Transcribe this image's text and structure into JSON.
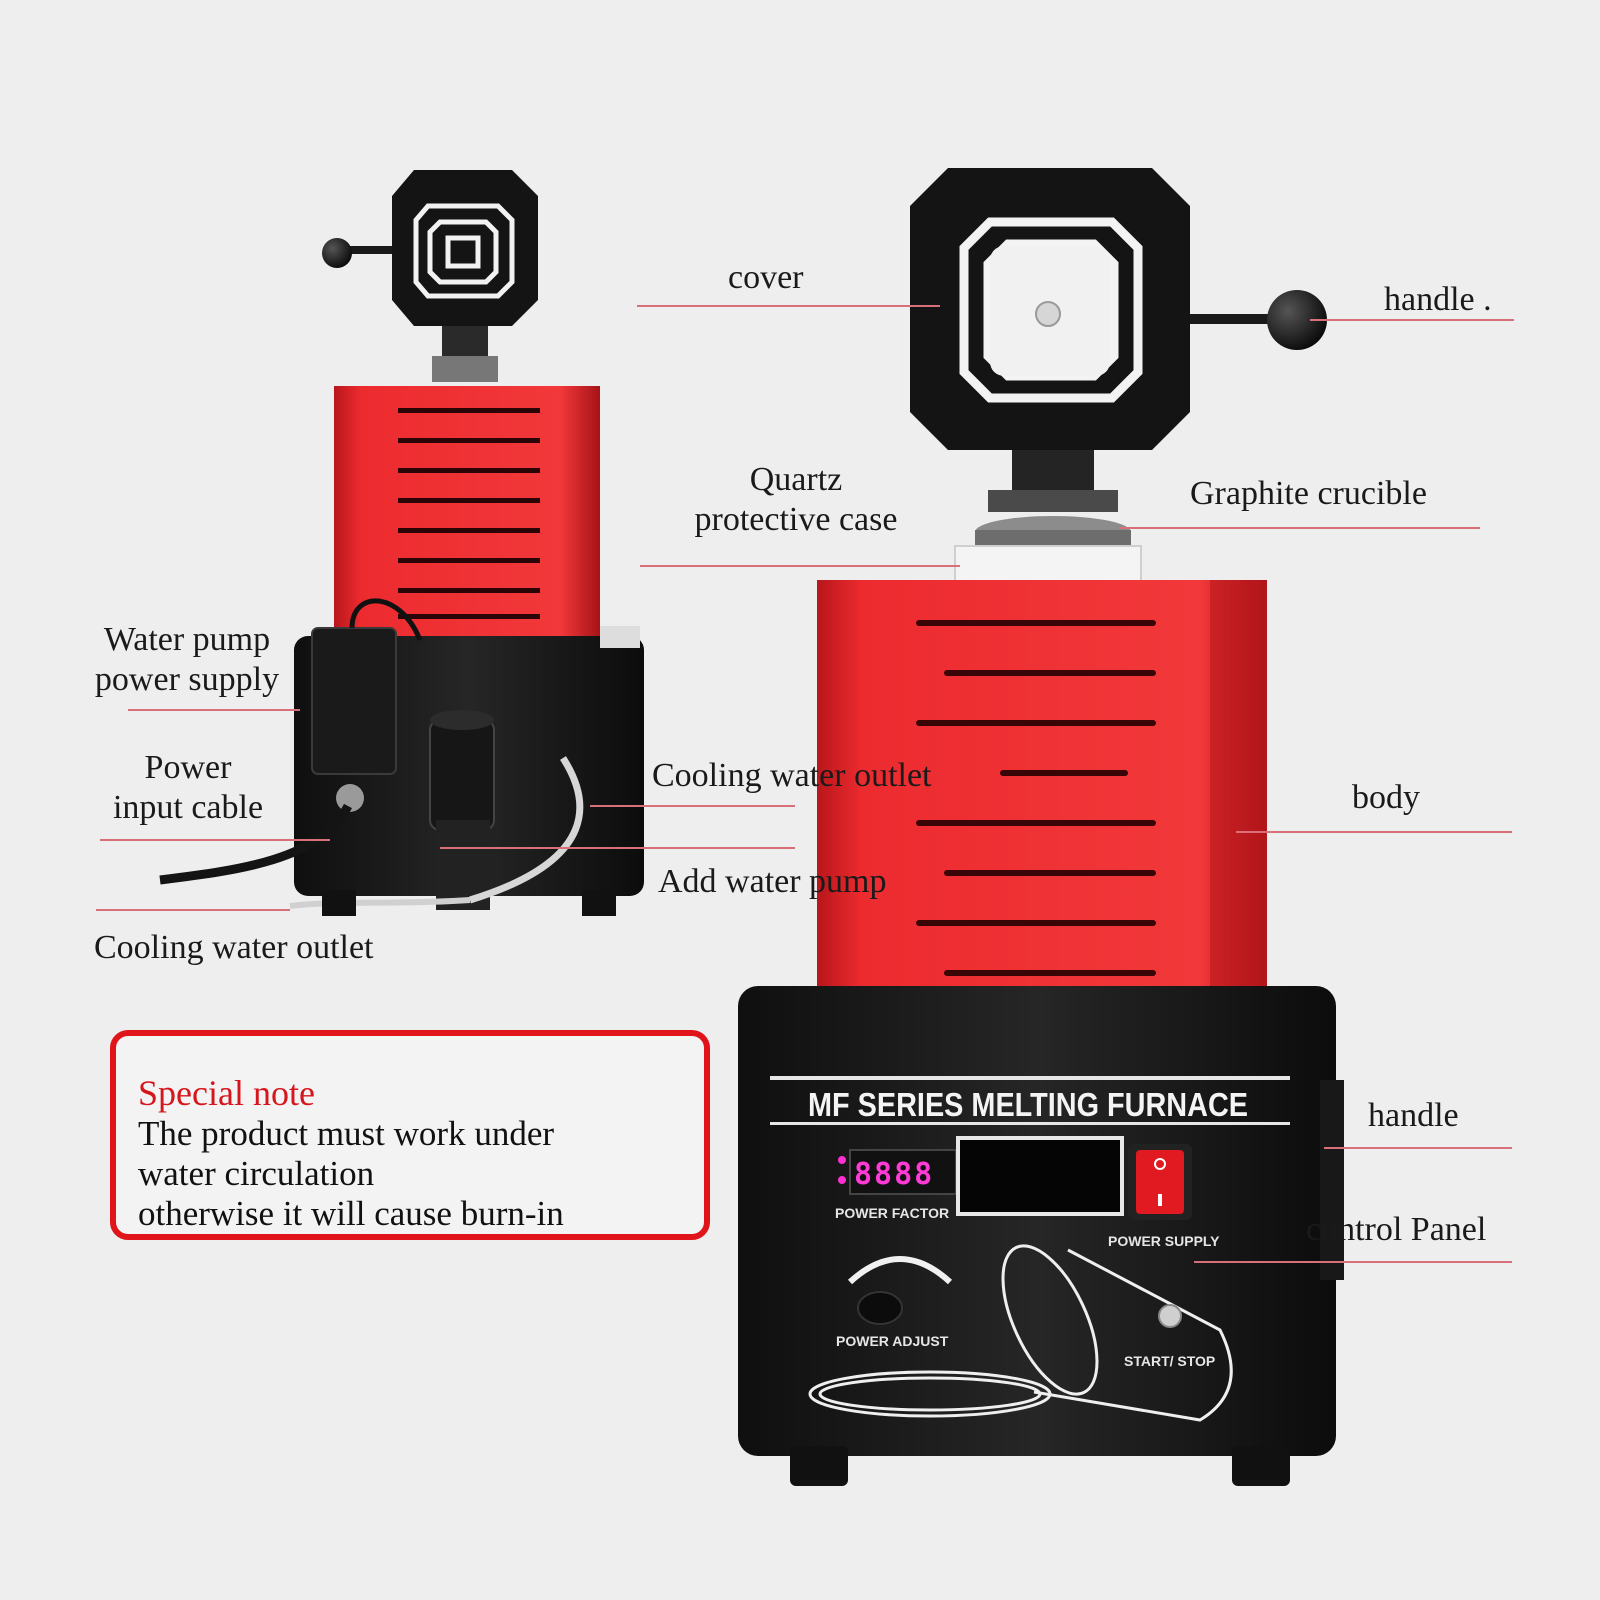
{
  "labels": {
    "cover": "cover",
    "handle_top": "handle .",
    "quartz_line1": "Quartz",
    "quartz_line2": "protective case",
    "graphite": "Graphite crucible",
    "pump_supply_line1": "Water pump",
    "pump_supply_line2": "power supply",
    "power_cable_line1": "Power",
    "power_cable_line2": "input cable",
    "cooling_outlet_mid": "Cooling water outlet",
    "add_pump": "Add water pump",
    "cooling_outlet_bottom": "Cooling water outlet",
    "body": "body",
    "handle_side": "handle",
    "control_panel": "control Panel"
  },
  "note": {
    "title": "Special note",
    "line1": "The product must work under",
    "line2": "water circulation",
    "line3": "otherwise it will cause burn-in"
  },
  "panel": {
    "brand": "MF SERIES MELTING FURNACE",
    "power_factor": "POWER FACTOR",
    "display_digits": "8888",
    "power_supply": "POWER SUPPLY",
    "power_adjust": "POWER ADJUST",
    "start_stop": "START/ STOP"
  },
  "colors": {
    "accent_red": "#e9262b",
    "leader_line": "#d8707a",
    "machine_black": "#1d1d1d"
  }
}
